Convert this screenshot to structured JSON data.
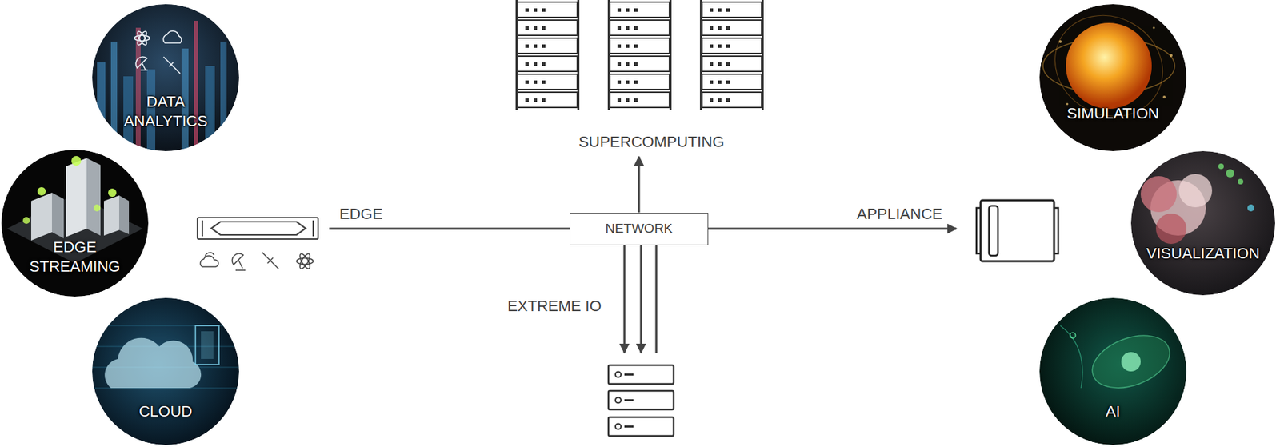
{
  "diagram": {
    "nodes": [
      {
        "text": [
          "DATA ANALYTICS"
        ]
      },
      {
        "text": [
          "EDGE STREAMING"
        ]
      },
      {
        "text": [
          "CLOUD"
        ]
      },
      {
        "text": [
          "SUPERCOMPUTING"
        ]
      },
      {
        "text": [
          "NETWORK"
        ]
      },
      {
        "text": [
          "SIMULATION"
        ]
      },
      {
        "text": [
          "VISUALIZATION"
        ]
      },
      {
        "text": [
          "AI"
        ]
      }
    ],
    "edges": [
      {
        "from": 4,
        "to": 3,
        "arrow": "to"
      }
    ],
    "labels": [
      "EDGE",
      "APPLIANCE",
      "EXTREME IO"
    ]
  }
}
